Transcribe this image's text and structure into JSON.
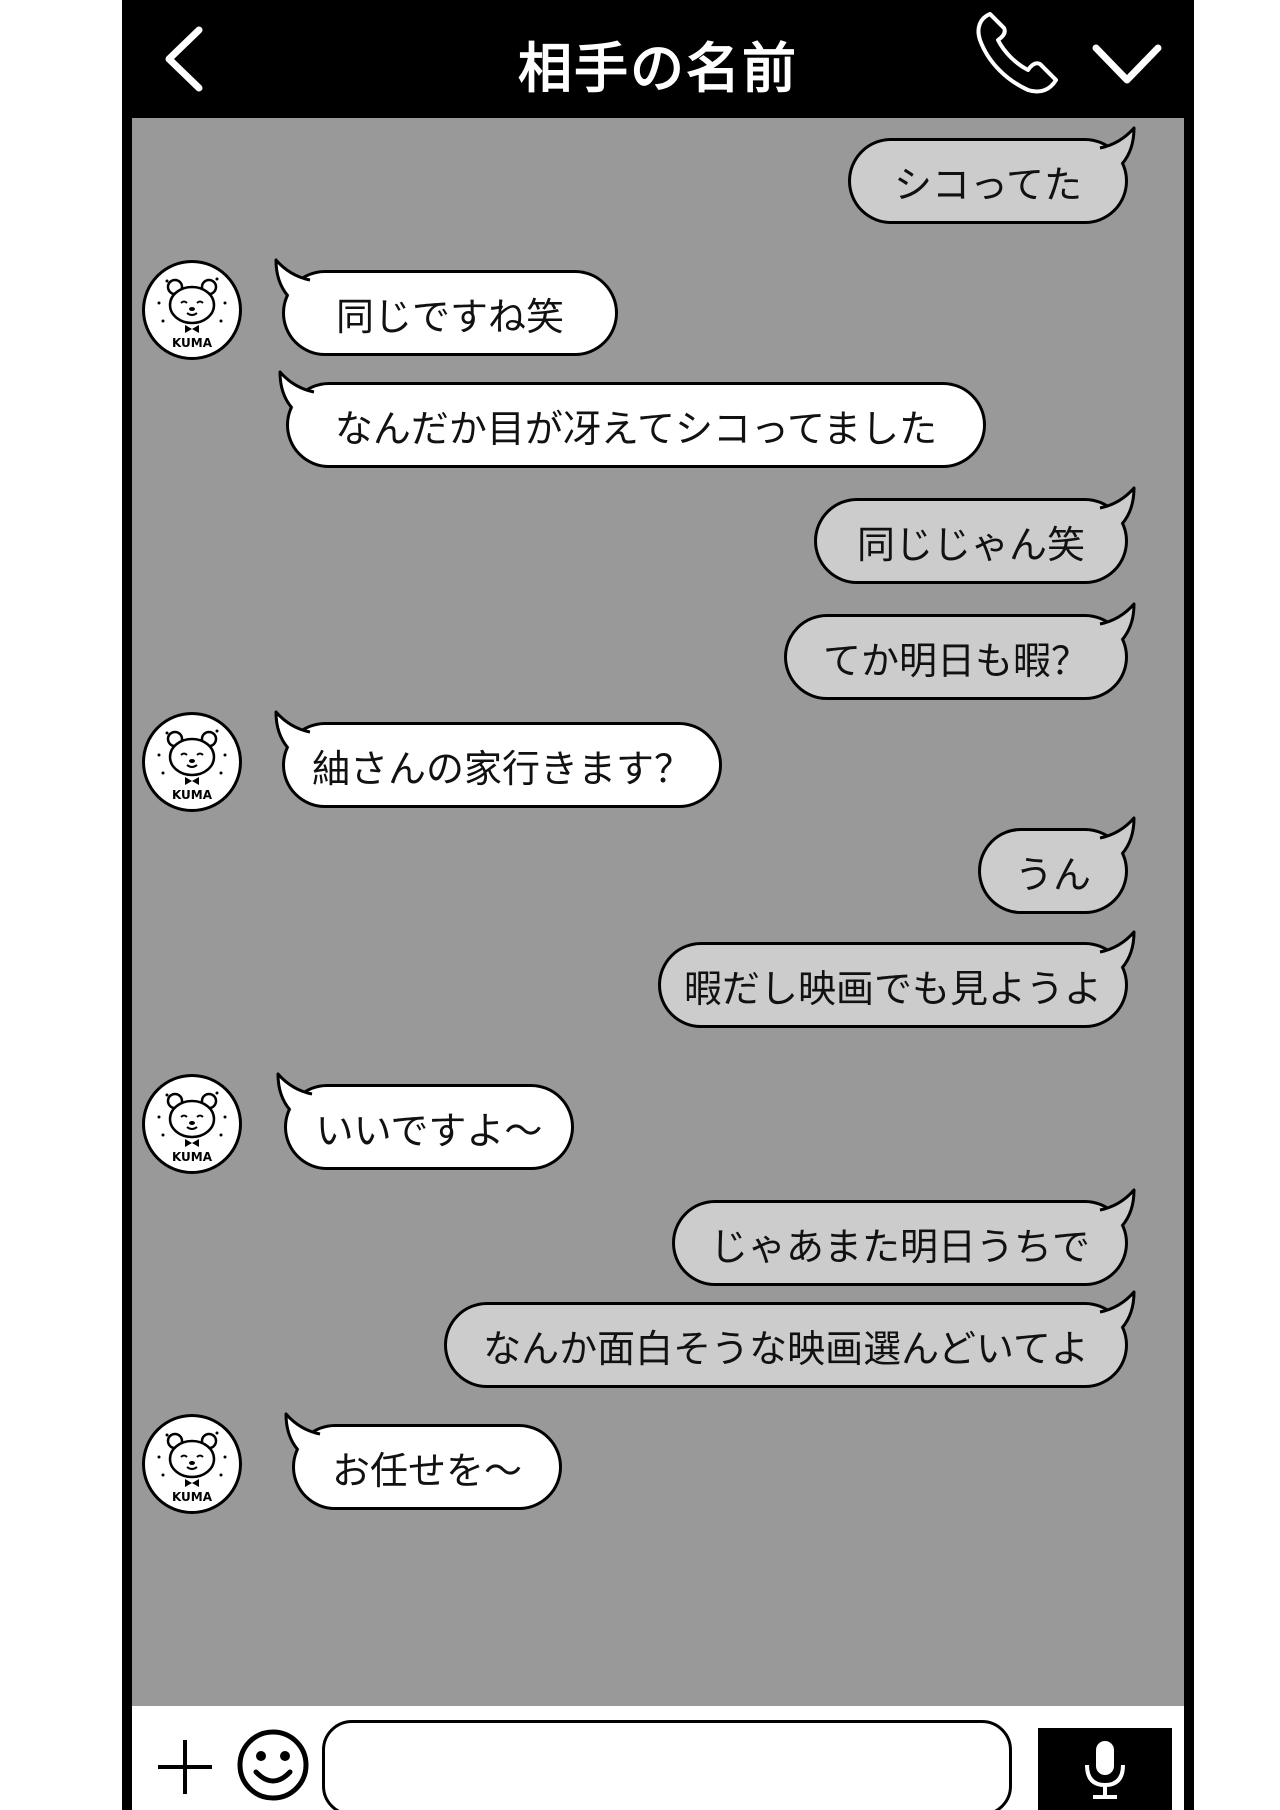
{
  "header": {
    "title": "相手の名前",
    "back_icon": "chevron-left-icon",
    "call_icon": "phone-icon",
    "menu_icon": "chevron-down-icon"
  },
  "avatar": {
    "label": "KUMA",
    "icon": "bear-icon"
  },
  "messages": [
    {
      "side": "out",
      "text": "シコってた"
    },
    {
      "side": "in",
      "text": "同じですね笑"
    },
    {
      "side": "in",
      "text": "なんだか目が冴えてシコってました"
    },
    {
      "side": "out",
      "text": "同じじゃん笑"
    },
    {
      "side": "out",
      "text": "てか明日も暇？"
    },
    {
      "side": "in",
      "text": "紬さんの家行きます？"
    },
    {
      "side": "out",
      "text": "うん"
    },
    {
      "side": "out",
      "text": "暇だし映画でも見ようよ"
    },
    {
      "side": "in",
      "text": "いいですよ〜"
    },
    {
      "side": "out",
      "text": "じゃあまた明日うちで"
    },
    {
      "side": "out",
      "text": "なんか面白そうな映画選んどいてよ"
    },
    {
      "side": "in",
      "text": "お任せを〜"
    }
  ],
  "input_bar": {
    "placeholder": "",
    "plus_icon": "plus-icon",
    "emoji_icon": "smiley-icon",
    "mic_icon": "microphone-icon"
  },
  "colors": {
    "header_bg": "#000000",
    "chat_bg": "#999999",
    "incoming_bubble": "#ffffff",
    "outgoing_bubble": "#cccccc"
  }
}
